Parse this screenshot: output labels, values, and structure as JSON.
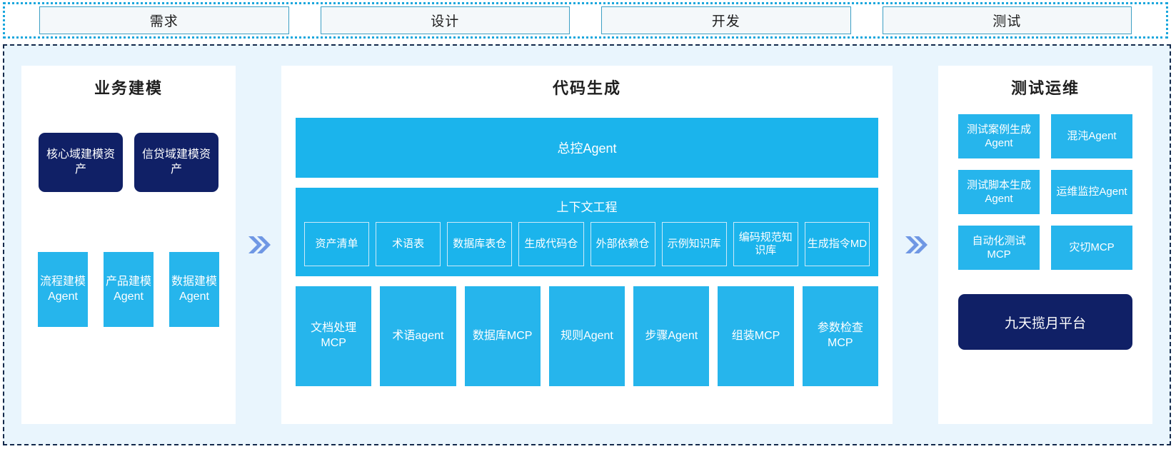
{
  "phases": {
    "items": [
      {
        "label": "需求"
      },
      {
        "label": "设计"
      },
      {
        "label": "开发"
      },
      {
        "label": "测试"
      }
    ]
  },
  "left_panel": {
    "title": "业务建模",
    "assets": [
      {
        "label": "核心域建模资产"
      },
      {
        "label": "信贷域建模资产"
      }
    ],
    "agents": [
      {
        "label": "流程建模Agent"
      },
      {
        "label": "产品建模Agent"
      },
      {
        "label": "数据建模Agent"
      }
    ]
  },
  "center_panel": {
    "title": "代码生成",
    "master_agent": "总控Agent",
    "context": {
      "title": "上下文工程",
      "items": [
        {
          "label": "资产清单"
        },
        {
          "label": "术语表"
        },
        {
          "label": "数据库表仓"
        },
        {
          "label": "生成代码仓"
        },
        {
          "label": "外部依赖仓"
        },
        {
          "label": "示例知识库"
        },
        {
          "label": "编码规范知识库"
        },
        {
          "label": "生成指令MD"
        }
      ]
    },
    "tools": [
      {
        "label": "文档处理MCP"
      },
      {
        "label": "术语agent"
      },
      {
        "label": "数据库MCP"
      },
      {
        "label": "规则Agent"
      },
      {
        "label": "步骤Agent"
      },
      {
        "label": "组装MCP"
      },
      {
        "label": "参数检查MCP"
      }
    ]
  },
  "right_panel": {
    "title": "测试运维",
    "cells": [
      {
        "label": "测试案例生成Agent"
      },
      {
        "label": "混沌Agent"
      },
      {
        "label": "测试脚本生成Agent"
      },
      {
        "label": "运维监控Agent"
      },
      {
        "label": "自动化测试MCP"
      },
      {
        "label": "灾切MCP"
      }
    ],
    "platform": "九天揽月平台"
  },
  "arrows": {
    "left_to_center": "double-chevron-right-icon",
    "center_to_right": "double-chevron-right-icon"
  },
  "colors": {
    "cyan": "#26b5ec",
    "cyan_block": "#1bb4ec",
    "navy": "#102066",
    "arrow": "#6f97e4",
    "region_bg": "#e9f5fd",
    "phase_bg": "#f4f8fa",
    "phase_border": "#3d9fc4",
    "band_border": "#1aa7dd",
    "region_border": "#13294b"
  }
}
